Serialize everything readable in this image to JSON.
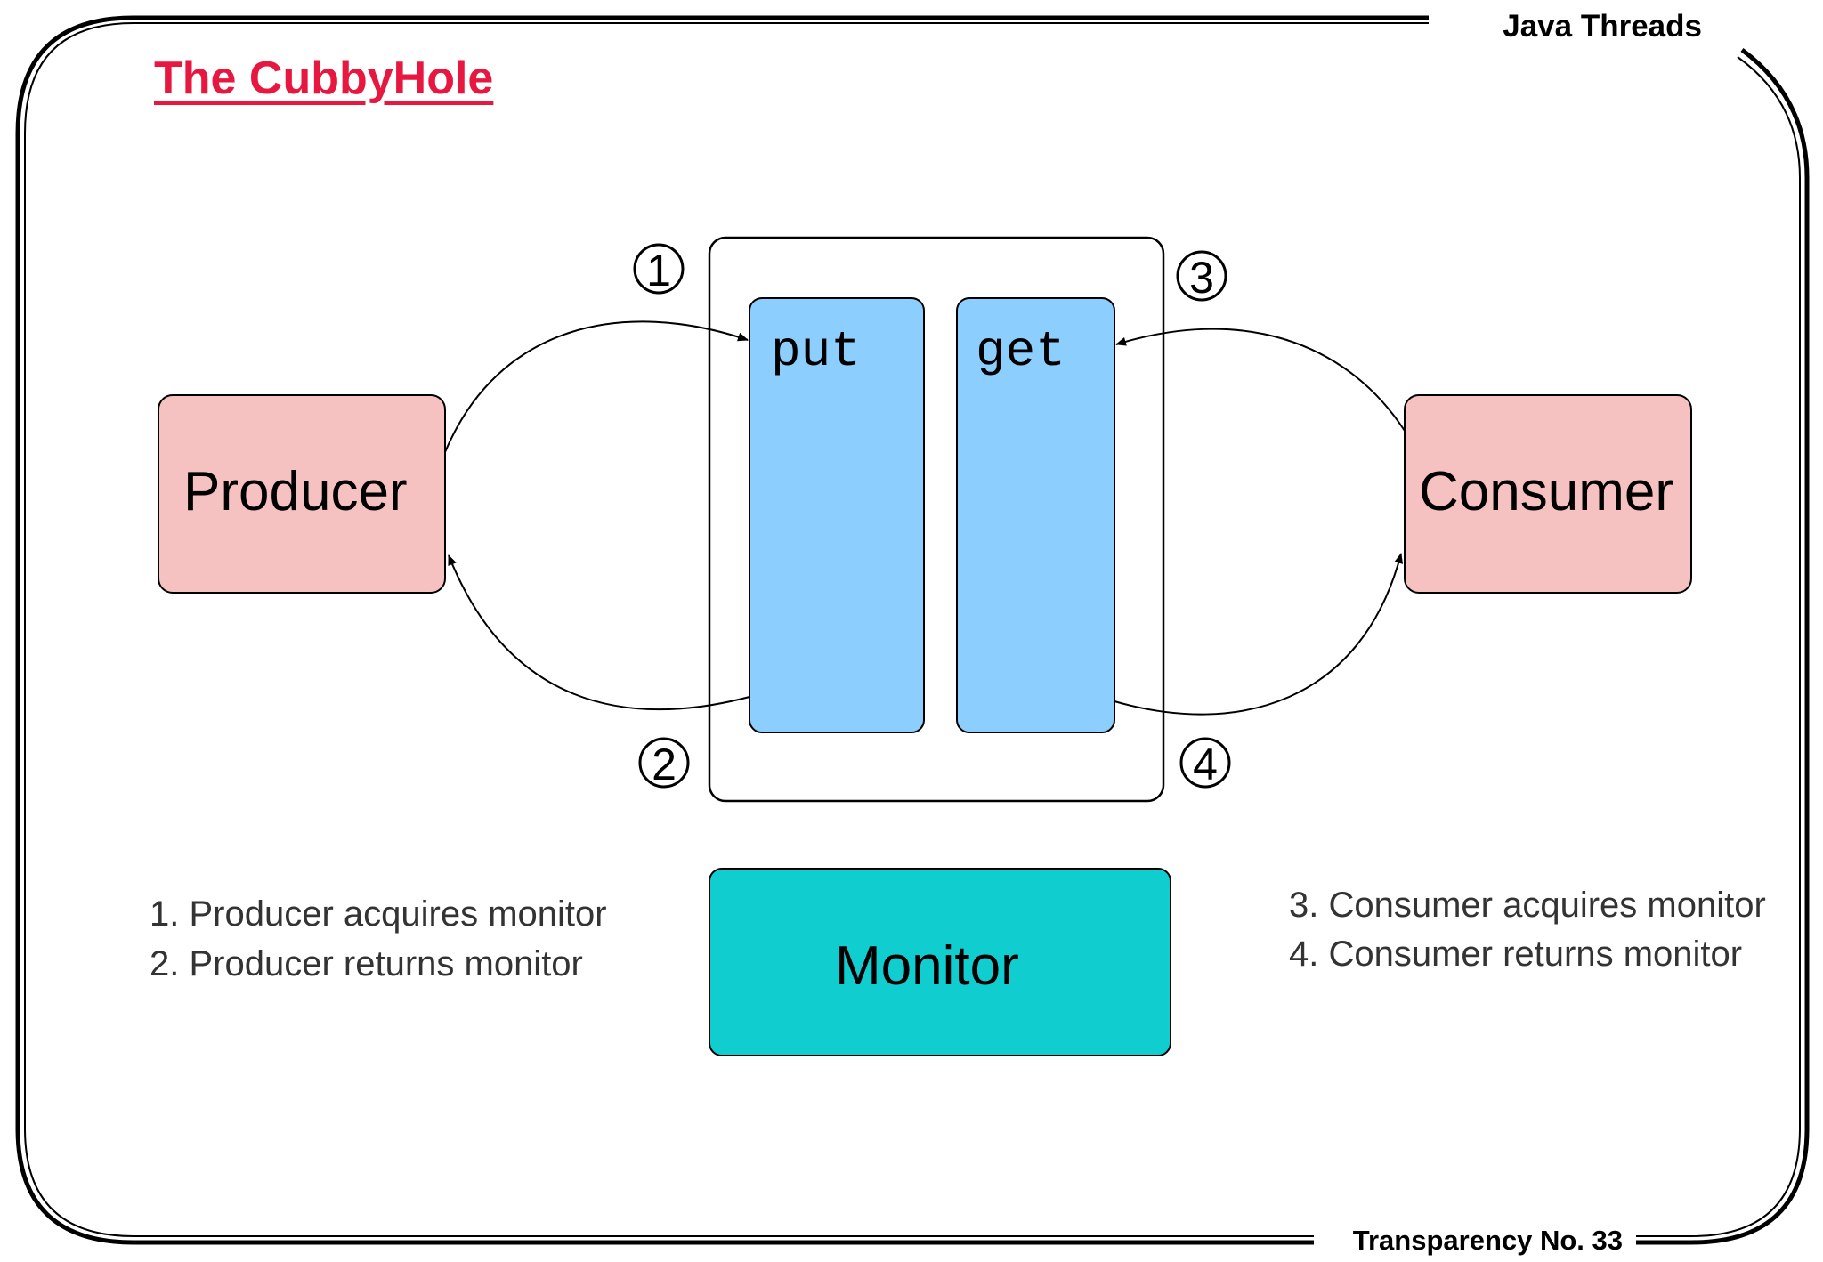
{
  "header": {
    "course_title": "Java Threads"
  },
  "slide": {
    "title": "The CubbyHole"
  },
  "footer": {
    "transparency_label": "Transparency No. 33"
  },
  "diagram": {
    "producer_label": "Producer",
    "consumer_label": "Consumer",
    "put_label": "put",
    "get_label": "get",
    "monitor_label": "Monitor",
    "steps": [
      "1",
      "2",
      "3",
      "4"
    ],
    "producer_notes": [
      "1. Producer acquires monitor",
      "2. Producer returns monitor"
    ],
    "consumer_notes": [
      "3. Consumer acquires monitor",
      "4. Consumer returns monitor"
    ],
    "colors": {
      "title_red": "#e8173f",
      "thread_box_fill": "#f6c1c1",
      "method_box_fill": "#8ccfff",
      "monitor_fill": "#10cdd0",
      "stroke": "#000000",
      "note_text": "#333333"
    }
  }
}
